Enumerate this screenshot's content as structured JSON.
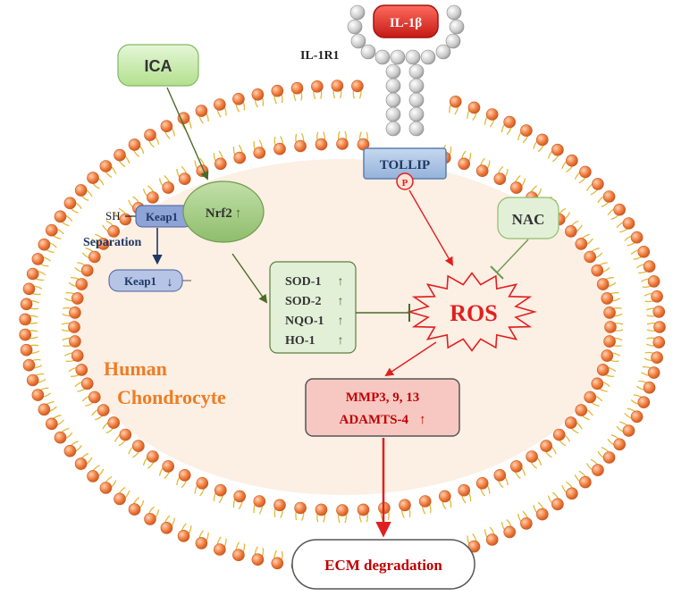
{
  "receptor": {
    "ligand": "IL-1β",
    "receptor": "IL-1R1",
    "adaptor": "TOLLIP",
    "phospho": "P"
  },
  "drug": {
    "label": "ICA"
  },
  "inhibitor": {
    "label": "NAC"
  },
  "keap1_complex": {
    "sh": "SH",
    "keap1": "Keap1",
    "nrf2": "Nrf2",
    "nrf2_arrow": "↑",
    "separation": "Separation",
    "keap1_free": "Keap1",
    "keap1_arrow": "↓"
  },
  "antioxidants": [
    {
      "name": "SOD-1",
      "arrow": "↑"
    },
    {
      "name": "SOD-2",
      "arrow": "↑"
    },
    {
      "name": "NQO-1",
      "arrow": "↑"
    },
    {
      "name": "HO-1",
      "arrow": "↑"
    }
  ],
  "ros": {
    "label": "ROS"
  },
  "cell": {
    "line1": "Human",
    "line2": "Chondrocyte"
  },
  "mmp": {
    "line1": "MMP3, 9, 13",
    "line2": "ADAMTS-4",
    "arrow": "↑"
  },
  "outcome": {
    "label": "ECM degradation"
  },
  "colors": {
    "membrane_head": "#f07c3c",
    "membrane_tail": "#e3b834",
    "cytoplasm": "#fcefe4",
    "drug_fill": "#c9ecae",
    "nrf2_fill": "#a9cf8a",
    "keap1_fill": "#8ea3d6",
    "antioxidant_fill": "#e3f0d8",
    "ros_red": "#e02020",
    "mmp_fill": "#f7c8c2",
    "il1b_fill": "#e2261f",
    "tollip_fill": "#a9c3e3",
    "receptor_bead": "#c9c9c9",
    "cell_label": "#ee7d23",
    "green_arrow": "#4b6b28",
    "blue_text": "#1f3864"
  }
}
